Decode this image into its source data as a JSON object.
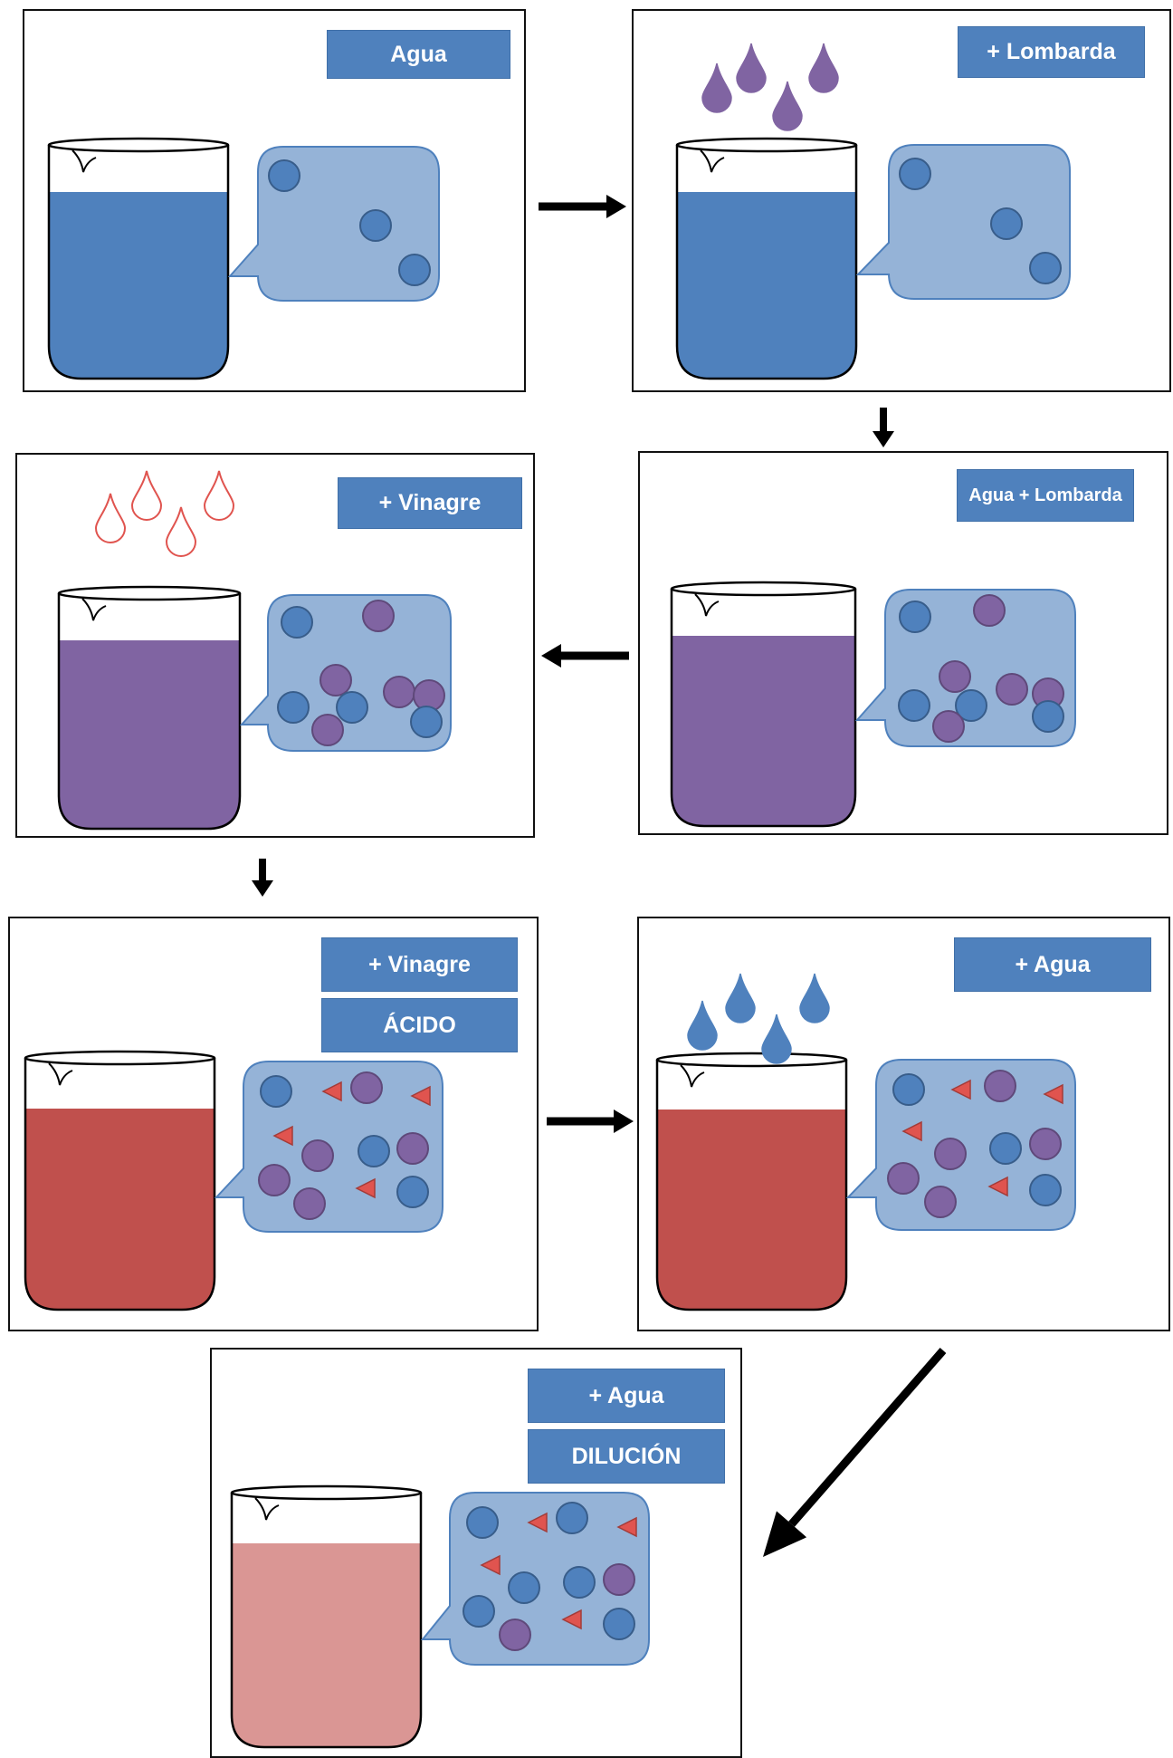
{
  "colors": {
    "water": "#4F81BD",
    "purple": "#8064A2",
    "red": "#C0504D",
    "pink": "#DA9694",
    "bubble": "#95B3D7",
    "bubble_border": "#4F81BD",
    "blue_particle": "#4F81BD",
    "purple_particle": "#8064A2",
    "red_triangle": "#E0544F",
    "label_bg": "#4F81BD",
    "label_text": "#FFFFFF",
    "arrow": "#000000"
  },
  "panels": [
    {
      "id": "p1",
      "labels": [
        "Agua"
      ]
    },
    {
      "id": "p2",
      "labels": [
        "+ Lombarda"
      ]
    },
    {
      "id": "p3",
      "labels": [
        "Agua + Lombarda"
      ]
    },
    {
      "id": "p4",
      "labels": [
        "+ Vinagre"
      ]
    },
    {
      "id": "p5",
      "labels": [
        "+ Vinagre",
        "ÁCIDO"
      ]
    },
    {
      "id": "p6",
      "labels": [
        "+ Agua"
      ]
    },
    {
      "id": "p7",
      "labels": [
        "+ Agua",
        "DILUCIÓN"
      ]
    }
  ]
}
